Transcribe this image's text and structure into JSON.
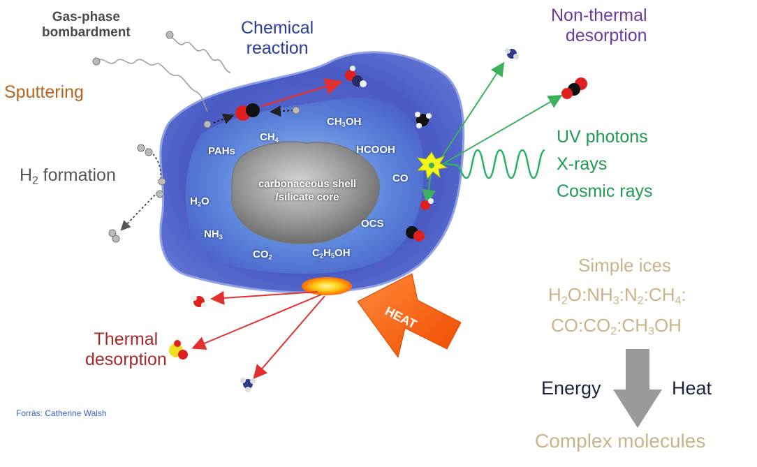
{
  "labels": {
    "gas_phase": "Gas-phase\nbombardment",
    "chemical_reaction": "Chemical\nreaction",
    "non_thermal": "Non-thermal\ndesorption",
    "sputtering": "Sputtering",
    "h2_formation": "H₂ formation",
    "uv": "UV photons",
    "xrays": "X-rays",
    "cosmic": "Cosmic rays",
    "thermal": "Thermal\ndesorption",
    "heat_arrow": "HEAT",
    "core": "carbonaceous shell\n/silicate core",
    "source": "Forrás: Catherine Walsh"
  },
  "ices": {
    "ch3oh": "CH₃OH",
    "ch4": "CH₄",
    "pahs": "PAHs",
    "hcooh": "HCOOH",
    "co": "CO",
    "h2o": "H₂O",
    "nh3": "NH₃",
    "ocs": "OCS",
    "co2": "CO₂",
    "c2h5oh": "C₂H₅OH"
  },
  "panel": {
    "simple_ices": "Simple ices",
    "formula_line1": "H₂O:NH₃:N₂:CH₄:",
    "formula_line2": "CO:CO₂:CH₃OH",
    "energy": "Energy",
    "heat": "Heat",
    "complex": "Complex molecules"
  },
  "colors": {
    "gas_phase": "#4a4a4a",
    "chemical": "#2b3a9c",
    "non_thermal": "#6a3a9c",
    "sputtering": "#b5651d",
    "h2": "#555555",
    "radiation": "#1f9a55",
    "thermal": "#a52a2a",
    "panel_text": "#c9b48a",
    "dark_text": "#1b2340",
    "source": "#3b5bc4"
  }
}
